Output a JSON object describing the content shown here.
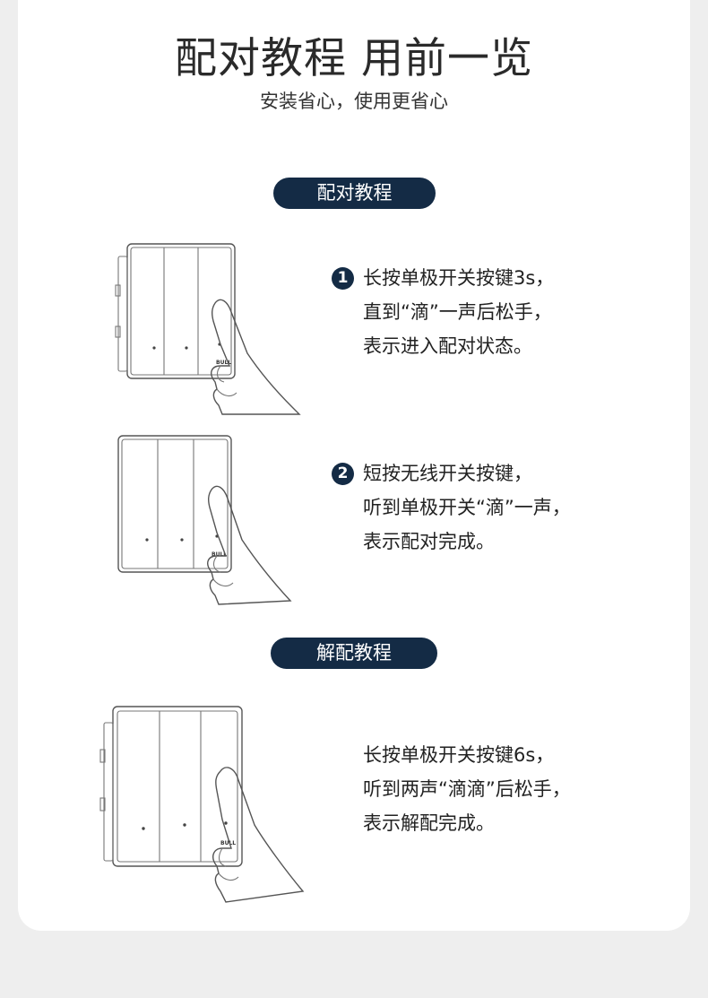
{
  "header": {
    "title": "配对教程 用前一览",
    "subtitle": "安装省心，使用更省心"
  },
  "sections": {
    "pairing": {
      "label": "配对教程",
      "steps": [
        {
          "number": "1",
          "lines": [
            "长按单极开关按键3s，",
            "直到“滴”一声后松手，",
            "表示进入配对状态。"
          ]
        },
        {
          "number": "2",
          "lines": [
            "短按无线开关按键，",
            "听到单极开关“滴”一声，",
            "表示配对完成。"
          ]
        }
      ]
    },
    "unpairing": {
      "label": "解配教程",
      "lines": [
        "长按单极开关按键6s，",
        "听到两声“滴滴”后松手，",
        "表示解配完成。"
      ]
    }
  },
  "illustrations": {
    "brand_mark": "BULL"
  },
  "colors": {
    "page_background": "#eeeeee",
    "card_background": "#ffffff",
    "accent": "#142b45"
  }
}
